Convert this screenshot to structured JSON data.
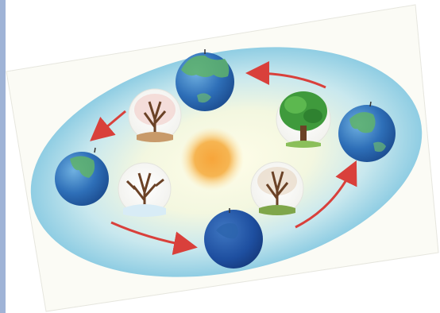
{
  "diagram": {
    "subject": "seasons-orbit",
    "colors": {
      "card": "#fbfbf5",
      "orbit_glow": "#9fd3e6",
      "sun": "#f3a43a",
      "arrow": "#d9403b",
      "sidebar": "#9fb3d6"
    },
    "earths": [
      {
        "id": "top"
      },
      {
        "id": "right"
      },
      {
        "id": "bottom"
      },
      {
        "id": "left"
      }
    ],
    "trees": [
      {
        "id": "top-left",
        "season": "spring-blossom"
      },
      {
        "id": "right",
        "season": "summer-green"
      },
      {
        "id": "bottom-right",
        "season": "autumn"
      },
      {
        "id": "left",
        "season": "winter-snow"
      }
    ],
    "arrows": [
      {
        "id": "top-right-to-top"
      },
      {
        "id": "top-to-left"
      },
      {
        "id": "left-to-bottom"
      },
      {
        "id": "bottom-to-right"
      }
    ]
  }
}
